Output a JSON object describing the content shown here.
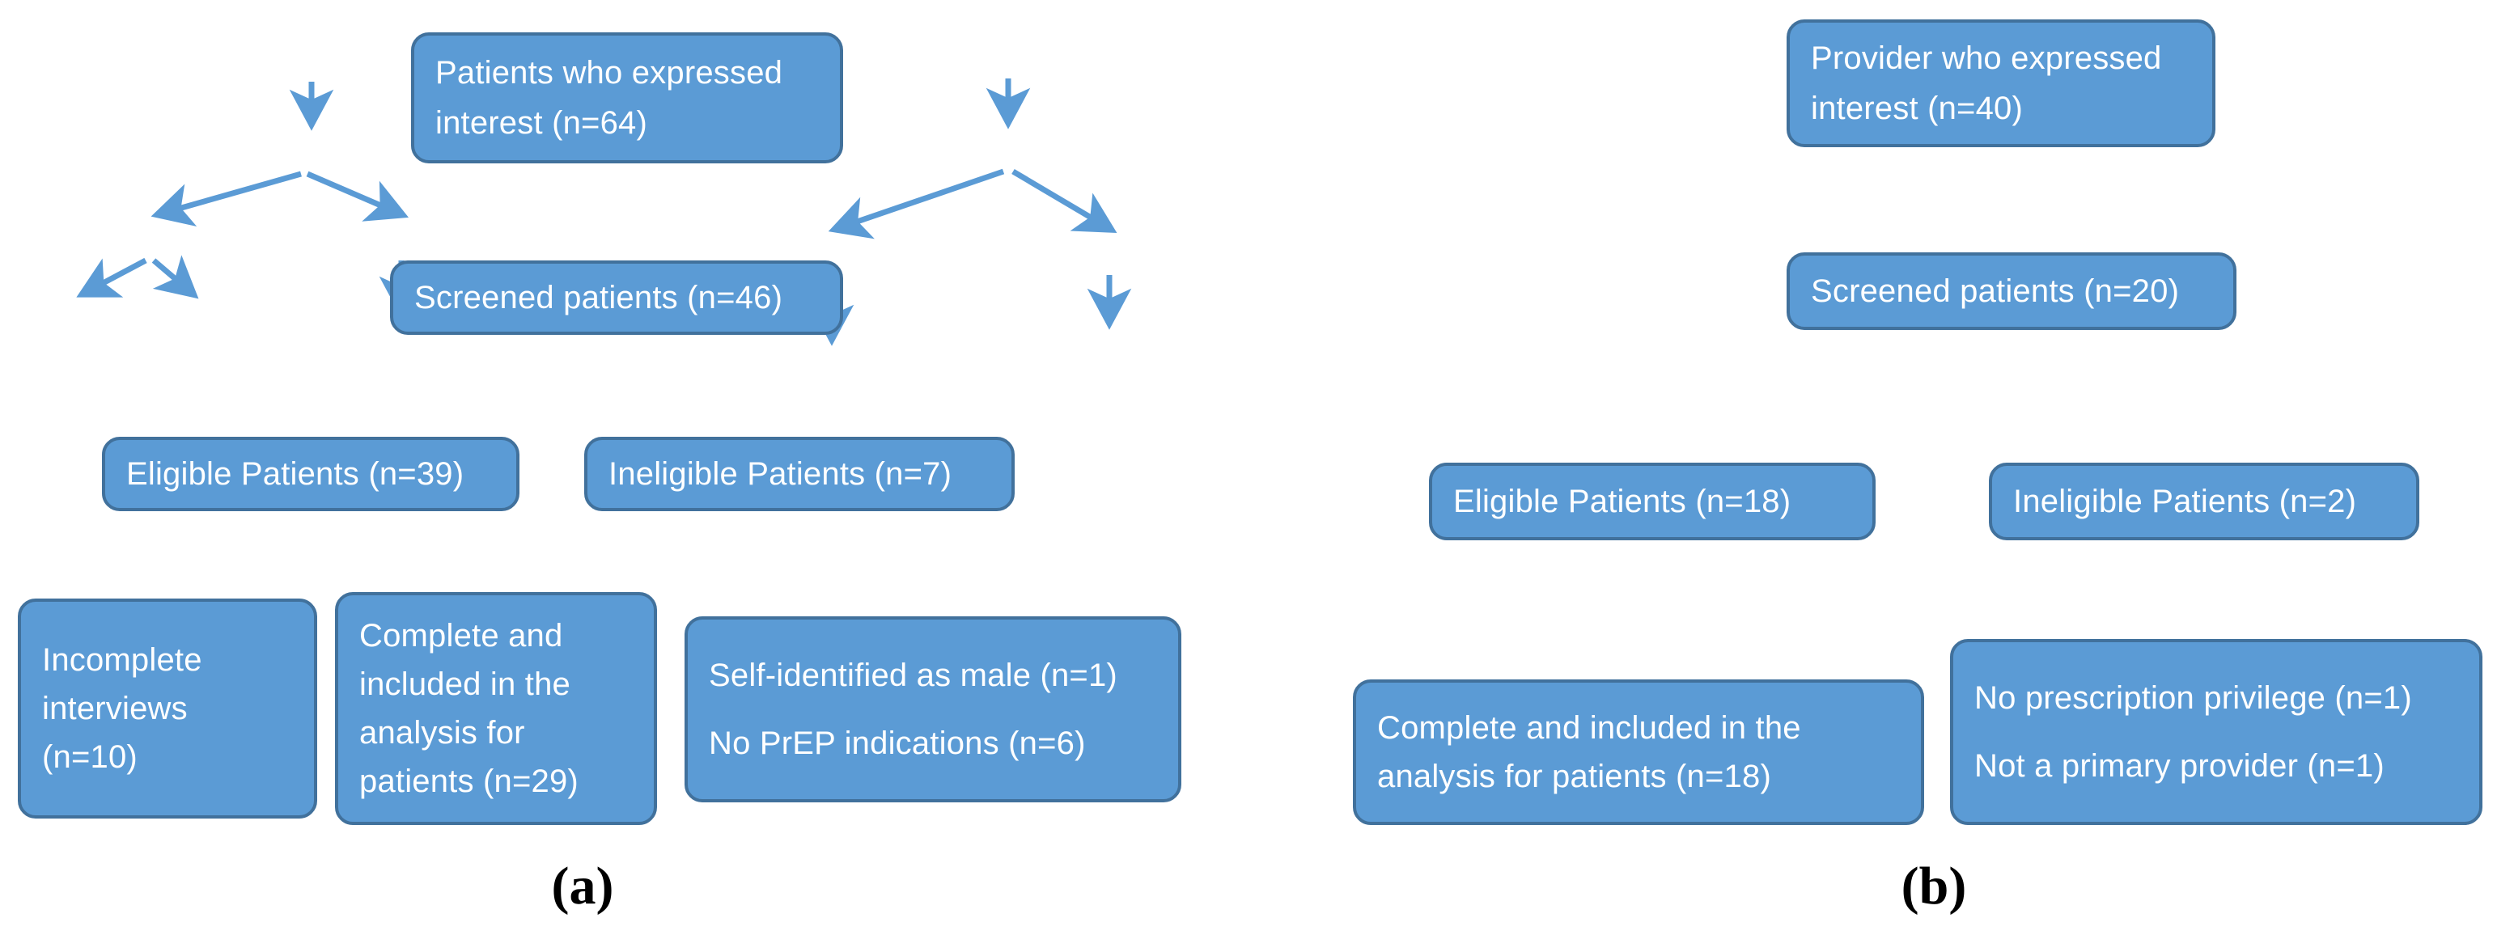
{
  "figure": {
    "type": "flowchart",
    "colors": {
      "node_fill": "#5B9BD5",
      "node_border": "#41719C",
      "arrow": "#5B9BD5",
      "node_text": "#FFFFFF",
      "label_text": "#000000",
      "background": "#FFFFFF"
    }
  },
  "panels": [
    {
      "id": "a",
      "label": "(a)",
      "nodes": {
        "root": "Patients who expressed\ninterest (n=64)",
        "screened": "Screened patients (n=46)",
        "eligible": "Eligible Patients (n=39)",
        "ineligible": "Ineligible Patients (n=7)",
        "incomplete": "Incomplete\ninterviews\n(n=10)",
        "complete": "Complete and\nincluded in the\nanalysis for\npatients (n=29)",
        "reasons_line1": "Self-identified as male (n=1)",
        "reasons_line2": "No PrEP indications (n=6)"
      }
    },
    {
      "id": "b",
      "label": "(b)",
      "nodes": {
        "root": "Provider who expressed\ninterest (n=40)",
        "screened": "Screened patients (n=20)",
        "eligible": "Eligible Patients (n=18)",
        "ineligible": "Ineligible Patients (n=2)",
        "complete": "Complete and included in the\nanalysis for patients (n=18)",
        "reasons_line1": "No prescription privilege (n=1)",
        "reasons_line2": "Not a primary provider (n=1)"
      }
    }
  ]
}
